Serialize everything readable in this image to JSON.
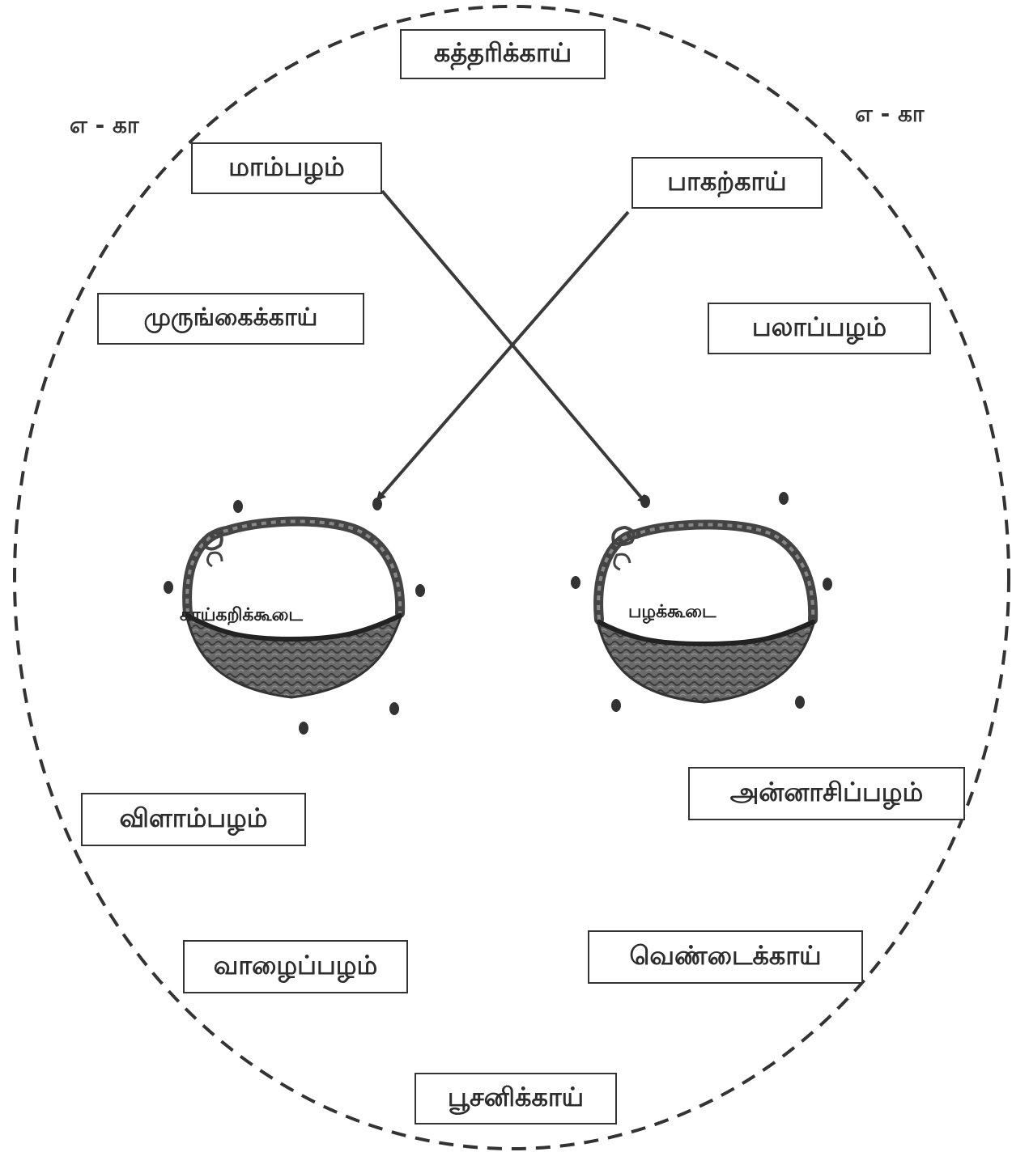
{
  "example_labels": {
    "left": "எ - கா",
    "right": "எ - கா"
  },
  "words": {
    "w1": "கத்தரிக்காய்",
    "w2": "மாம்பழம்",
    "w3": "பாகற்காய்",
    "w4": "முருங்கைக்காய்",
    "w5": "பலாப்பழம்",
    "w6": "விளாம்பழம்",
    "w7": "அன்னாசிப்பழம்",
    "w8": "வாழைப்பழம்",
    "w9": "வெண்டைக்காய்",
    "w10": "பூசனிக்காய்"
  },
  "baskets": {
    "vegetable": "காய்கறிக்கூடை",
    "fruit": "பழக்கூடை"
  },
  "colors": {
    "ink": "#333333",
    "basket": "#555555"
  }
}
